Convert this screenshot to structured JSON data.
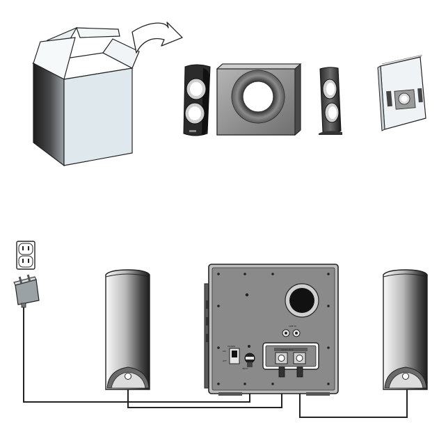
{
  "diagram": {
    "contents": {
      "items": [
        {
          "name": "box-icon"
        },
        {
          "name": "arrow-icon"
        },
        {
          "name": "left-satellite-speaker"
        },
        {
          "name": "subwoofer"
        },
        {
          "name": "right-satellite-speaker"
        },
        {
          "name": "user-manual"
        }
      ]
    },
    "connection": {
      "subwoofer_panel": {
        "power_label_off": "OFF",
        "power_label_on": "ON",
        "power_caption": "POWER",
        "line_caption": "LINE IN",
        "output_caption": "AUDIO OUT",
        "input_caption": "INPUT"
      },
      "colors": {
        "outline": "#222222",
        "panel_gray": "#8a8a8a",
        "box_face": "#dfe8ec",
        "cable": "#222222"
      }
    }
  }
}
